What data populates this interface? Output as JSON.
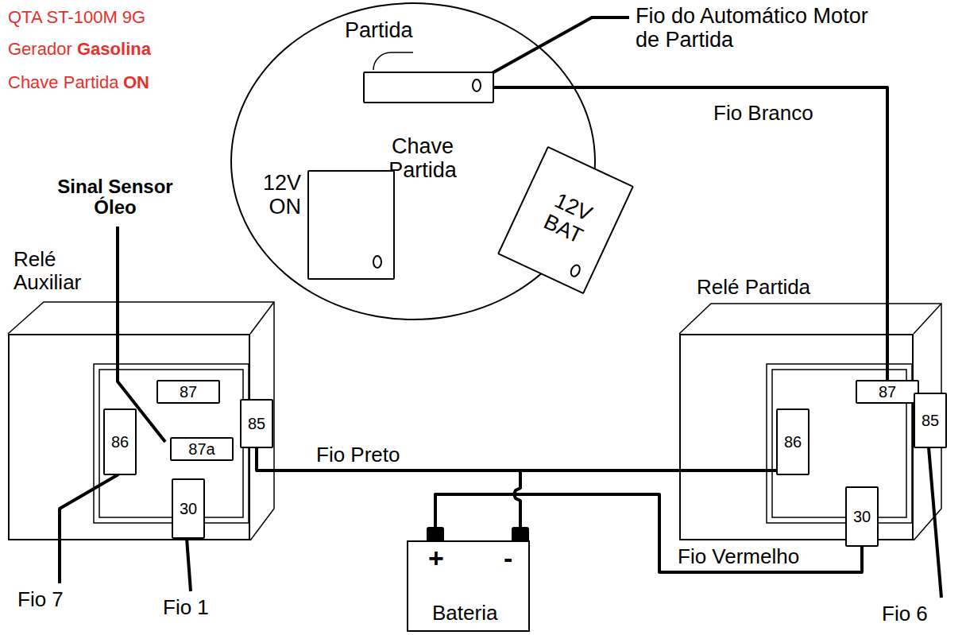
{
  "diagram": {
    "nodes": [
      {
        "text": [
          "Chave Partida"
        ]
      },
      {
        "text": [
          "Partida"
        ],
        "in": 0
      },
      {
        "text": [
          "12V ON"
        ],
        "in": 0
      },
      {
        "text": [
          "12V BAT"
        ],
        "in": 0
      },
      {
        "text": [
          "Relé Auxiliar"
        ]
      },
      {
        "text": [
          "87"
        ],
        "in": 4
      },
      {
        "text": [
          "86"
        ],
        "in": 4
      },
      {
        "text": [
          "87a"
        ],
        "in": 4
      },
      {
        "text": [
          "85"
        ],
        "in": 4
      },
      {
        "text": [
          "30"
        ],
        "in": 4
      },
      {
        "text": [
          "Relé Partida"
        ]
      },
      {
        "text": [
          "87"
        ],
        "in": 10
      },
      {
        "text": [
          "86"
        ],
        "in": 10
      },
      {
        "text": [
          "85"
        ],
        "in": 10
      },
      {
        "text": [
          "30"
        ],
        "in": 10
      },
      {
        "text": [
          "+",
          "-",
          "Bateria"
        ]
      }
    ],
    "edges": [
      {
        "from": 1,
        "to": 11,
        "arrow": "none",
        "label": "Fio Branco"
      },
      {
        "from": 8,
        "to": 12,
        "arrow": "none",
        "label": "Fio Preto"
      },
      {
        "from": 15,
        "to": 12,
        "arrow": "none"
      },
      {
        "from": 15,
        "to": 14,
        "arrow": "none",
        "label": "Fio Vermelho"
      }
    ],
    "labels": [
      "QTA ST-100M 9G",
      "Gerador",
      "Gasolina",
      "Chave Partida",
      "ON",
      "Sinal Sensor Óleo",
      "Fio do Automático Motor de Partida",
      "Fio 7",
      "Fio 1",
      "Fio 6"
    ]
  }
}
